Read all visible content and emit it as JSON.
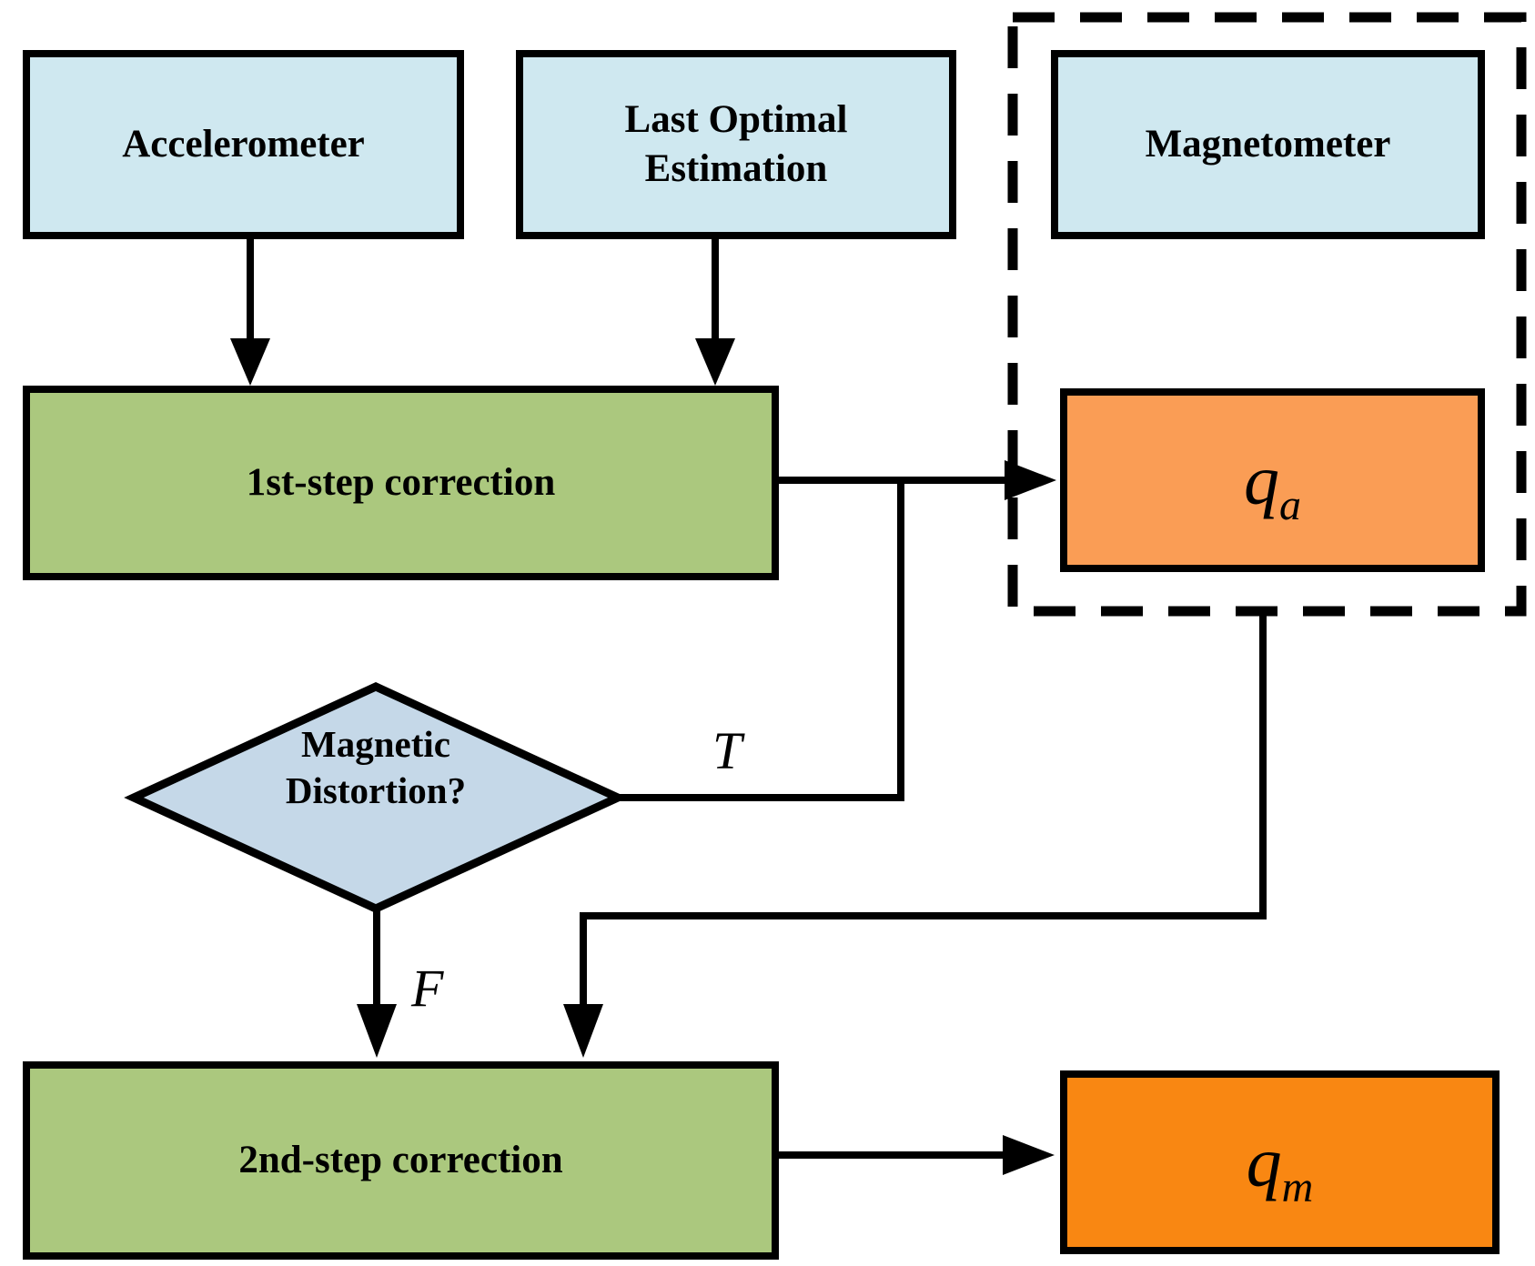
{
  "diagram": {
    "type": "flowchart",
    "nodes": {
      "accelerometer": {
        "label": "Accelerometer",
        "fill": "#cfe8f0"
      },
      "last_optimal_estimation": {
        "label": "Last Optimal Estimation",
        "lines": [
          "Last Optimal",
          "Estimation"
        ],
        "fill": "#cfe8f0"
      },
      "magnetometer": {
        "label": "Magnetometer",
        "fill": "#cfe8f0"
      },
      "first_step_correction": {
        "label": "1st-step correction",
        "fill": "#abc87e"
      },
      "q_a": {
        "symbol": "q",
        "subscript": "a",
        "fill": "#fa9d55"
      },
      "magnetic_distortion_decision": {
        "label": "Magnetic Distortion?",
        "lines": [
          "Magnetic",
          "Distortion?"
        ],
        "fill": "#c5d8e8"
      },
      "second_step_correction": {
        "label": "2nd-step correction",
        "fill": "#abc87e"
      },
      "q_m": {
        "symbol": "q",
        "subscript": "m",
        "fill": "#f98712"
      }
    },
    "edge_labels": {
      "decision_true": "T",
      "decision_false": "F"
    },
    "colors": {
      "line": "#000000",
      "border": "#000000"
    }
  }
}
